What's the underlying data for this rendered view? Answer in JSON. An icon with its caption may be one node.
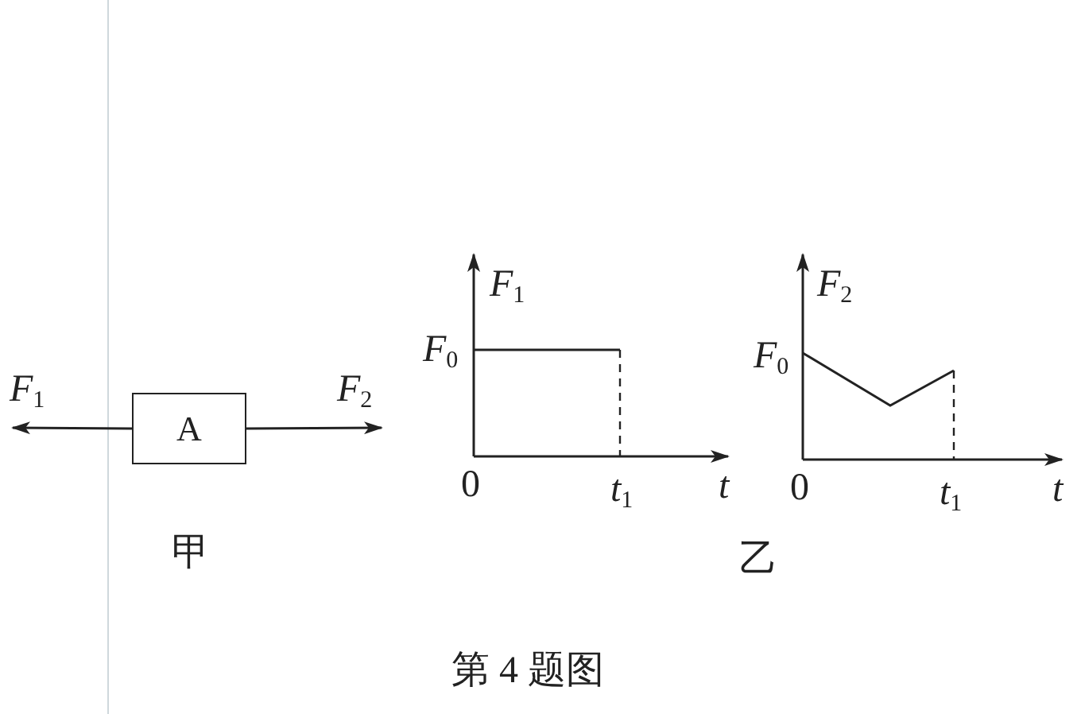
{
  "diagram": {
    "caption": "第 4 题图",
    "nodes": [
      {
        "text": [
          "A"
        ]
      },
      {
        "text": [
          "*F*$_{1}$"
        ]
      },
      {
        "text": [
          "*F*$_{2}$"
        ]
      }
    ],
    "edges": [
      {
        "from": 0,
        "to": 1,
        "arrow": "to"
      },
      {
        "from": 0,
        "to": 2,
        "arrow": "to"
      }
    ],
    "labels": [
      "*F*$_{1}$",
      "*F*$_{2}$",
      "*F*$_{0}$",
      "*F*$_{0}$",
      "0",
      "*t*$_{1}$",
      "*t*",
      "0",
      "*t*$_{1}$",
      "*t*",
      "甲",
      "乙"
    ]
  }
}
